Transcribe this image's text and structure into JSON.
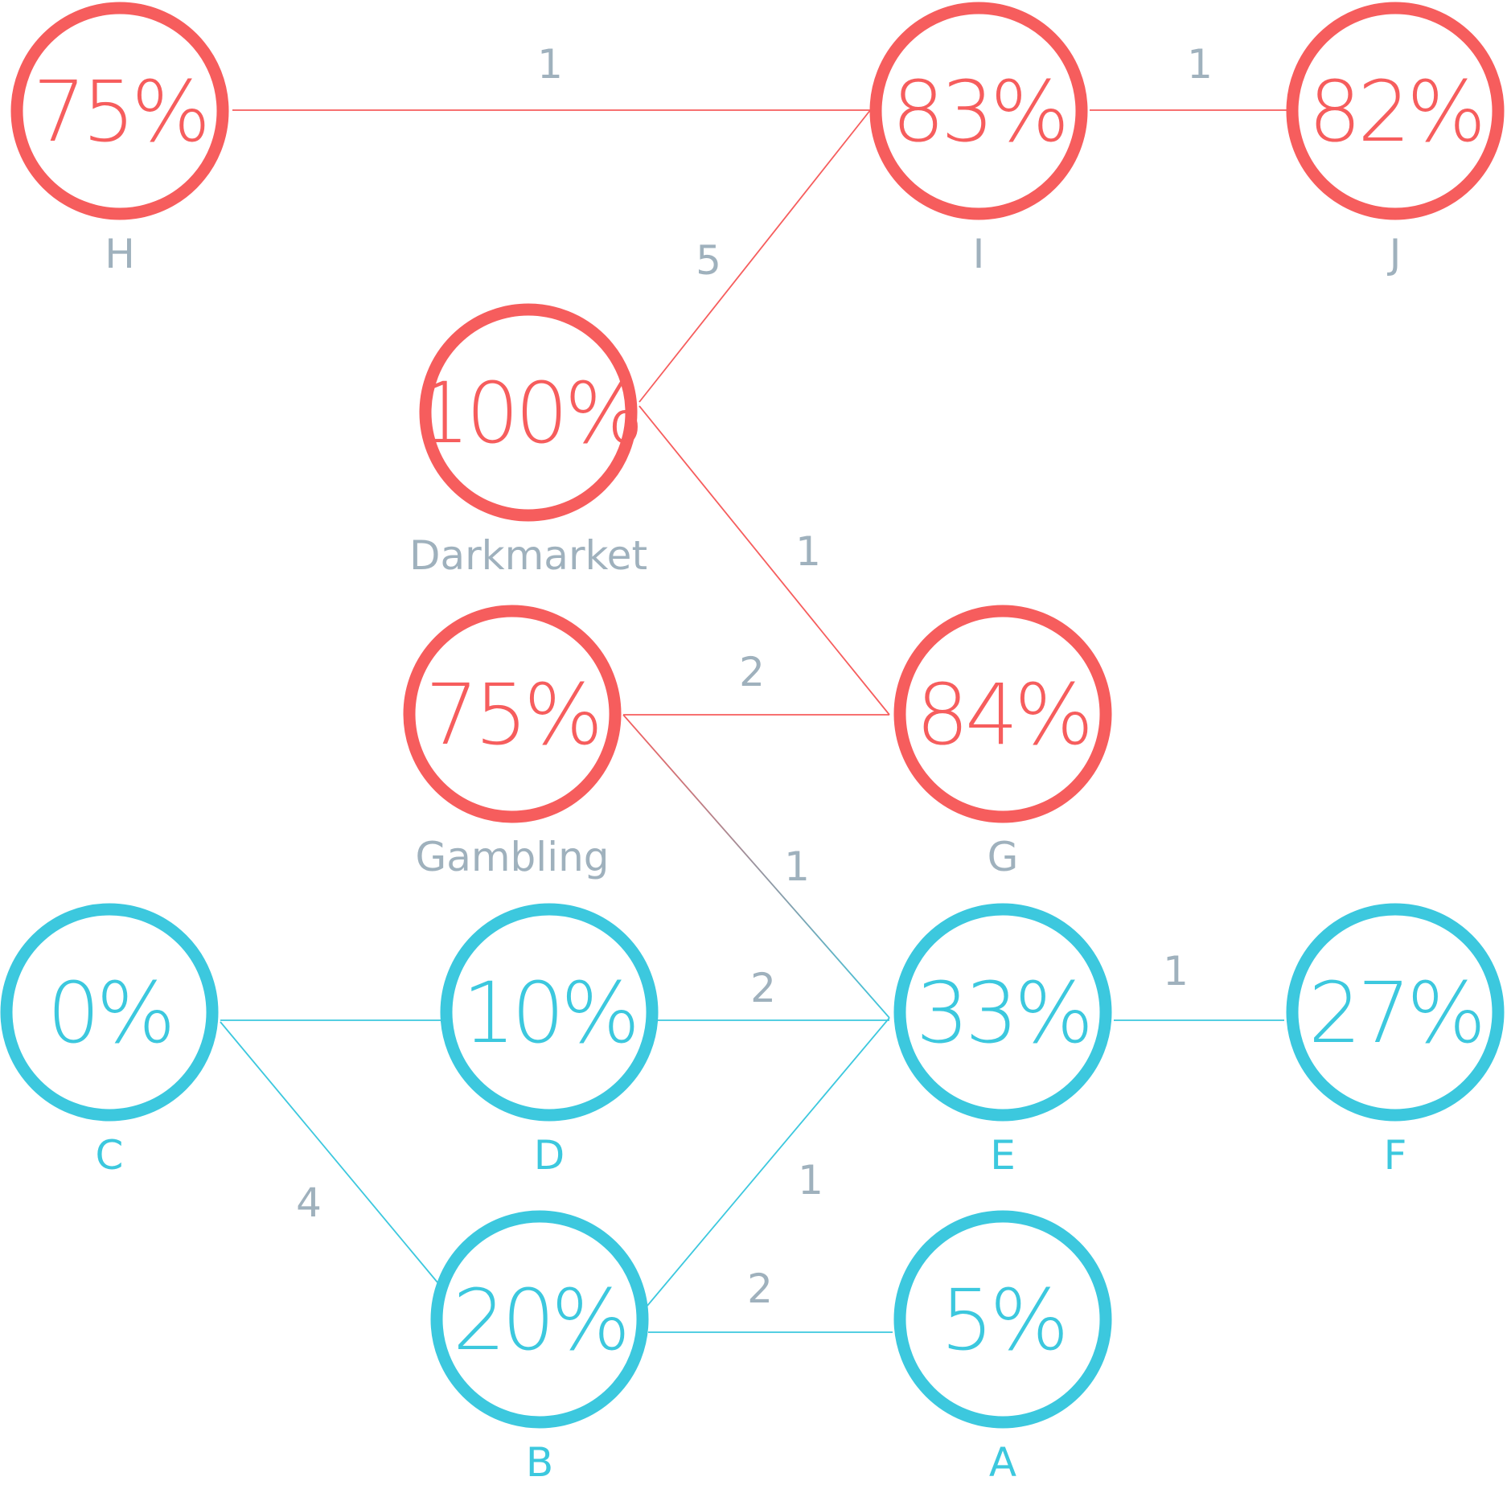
{
  "colors": {
    "red": "#F65D5D",
    "blue": "#3CC8DE",
    "gray_text": "#9FB1BD"
  },
  "nodes": [
    {
      "id": "H",
      "value": "75%",
      "label": "H",
      "color": "red",
      "label_color": "gray"
    },
    {
      "id": "I",
      "value": "83%",
      "label": "I",
      "color": "red",
      "label_color": "gray"
    },
    {
      "id": "J",
      "value": "82%",
      "label": "J",
      "color": "red",
      "label_color": "gray"
    },
    {
      "id": "Darkmarket",
      "value": "100%",
      "label": "Darkmarket",
      "color": "red",
      "label_color": "gray"
    },
    {
      "id": "Gambling",
      "value": "75%",
      "label": "Gambling",
      "color": "red",
      "label_color": "gray"
    },
    {
      "id": "G",
      "value": "84%",
      "label": "G",
      "color": "red",
      "label_color": "gray"
    },
    {
      "id": "C",
      "value": "0%",
      "label": "C",
      "color": "blue",
      "label_color": "blue"
    },
    {
      "id": "D",
      "value": "10%",
      "label": "D",
      "color": "blue",
      "label_color": "blue"
    },
    {
      "id": "E",
      "value": "33%",
      "label": "E",
      "color": "blue",
      "label_color": "blue"
    },
    {
      "id": "F",
      "value": "27%",
      "label": "F",
      "color": "blue",
      "label_color": "blue"
    },
    {
      "id": "B",
      "value": "20%",
      "label": "B",
      "color": "blue",
      "label_color": "blue"
    },
    {
      "id": "A",
      "value": "5%",
      "label": "A",
      "color": "blue",
      "label_color": "blue"
    }
  ],
  "edges": [
    {
      "from": "H",
      "to": "I",
      "weight": "1",
      "color": "red"
    },
    {
      "from": "I",
      "to": "J",
      "weight": "1",
      "color": "red"
    },
    {
      "from": "Darkmarket",
      "to": "I",
      "weight": "5",
      "color": "red"
    },
    {
      "from": "Darkmarket",
      "to": "G",
      "weight": "1",
      "color": "red"
    },
    {
      "from": "Gambling",
      "to": "G",
      "weight": "2",
      "color": "red"
    },
    {
      "from": "Gambling",
      "to": "E",
      "weight": "1",
      "color": "mixed"
    },
    {
      "from": "C",
      "to": "D",
      "weight": "",
      "color": "blue"
    },
    {
      "from": "D",
      "to": "E",
      "weight": "2",
      "color": "blue"
    },
    {
      "from": "E",
      "to": "F",
      "weight": "1",
      "color": "blue"
    },
    {
      "from": "C",
      "to": "B",
      "weight": "4",
      "color": "blue"
    },
    {
      "from": "B",
      "to": "E",
      "weight": "1",
      "color": "blue"
    },
    {
      "from": "B",
      "to": "A",
      "weight": "2",
      "color": "blue"
    }
  ]
}
